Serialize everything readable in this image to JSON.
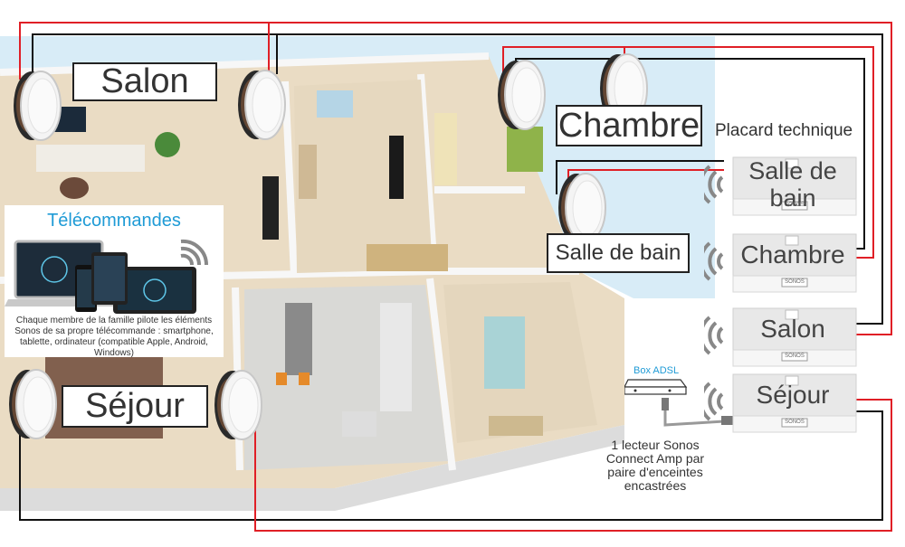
{
  "rooms": {
    "salon": "Salon",
    "chambre": "Chambre",
    "sejour": "Séjour",
    "salle_de_bain": "Salle de bain"
  },
  "placard_title": "Placard technique",
  "remotes": {
    "title": "Télécommandes",
    "description": "Chaque membre de la famille pilote les éléments Sonos de sa propre télécommande : smartphone, tablette, ordinateur (compatible Apple, Android, Windows)"
  },
  "amps": [
    {
      "label": "Salle de bain",
      "brand": "SONOS"
    },
    {
      "label": "Chambre",
      "brand": "SONOS"
    },
    {
      "label": "Salon",
      "brand": "SONOS"
    },
    {
      "label": "Séjour",
      "brand": "SONOS"
    }
  ],
  "adsl": {
    "label": "Box ADSL"
  },
  "amp_note": "1 lecteur Sonos Connect Amp par paire d'enceintes encastrées",
  "colors": {
    "wire_red": "#e01f26",
    "wire_black": "#111111",
    "sky": "#d8ecf7",
    "floor": "#e9dcc6",
    "wall": "#f4f4f4"
  },
  "icons": [
    "ceiling-speaker-icon",
    "wifi-icon",
    "sonos-amp-icon",
    "router-icon",
    "ethernet-cable-icon",
    "tablet-icon",
    "laptop-icon",
    "smartphone-icon"
  ]
}
